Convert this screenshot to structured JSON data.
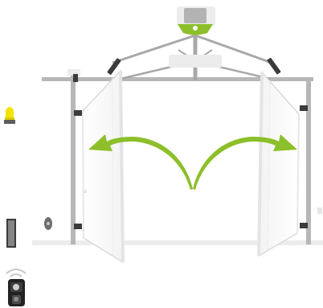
{
  "diagram": {
    "subject": "swing-gate-opening",
    "colors": {
      "frame": "#b7b7b7",
      "frame_dark": "#a8a8a8",
      "ground": "#ececec",
      "gate_fill": "#fbfbfb",
      "gate_edge": "#dadada",
      "hinge": "#3b3b3b",
      "arrow": "#8cbf2a",
      "lamp": "#f2e300",
      "device_dark": "#333333"
    },
    "elements": [
      {
        "name": "gate-opener-motor",
        "kind": "motor-unit"
      },
      {
        "name": "warning-lamp",
        "kind": "flashing-light"
      },
      {
        "name": "keypad-panel",
        "kind": "control-panel"
      },
      {
        "name": "key-switch",
        "kind": "key-selector"
      },
      {
        "name": "remote-control",
        "kind": "transmitter"
      },
      {
        "name": "left-gate-leaf",
        "kind": "gate-leaf",
        "motion": "opening-outward"
      },
      {
        "name": "right-gate-leaf",
        "kind": "gate-leaf",
        "motion": "opening-outward"
      }
    ]
  }
}
